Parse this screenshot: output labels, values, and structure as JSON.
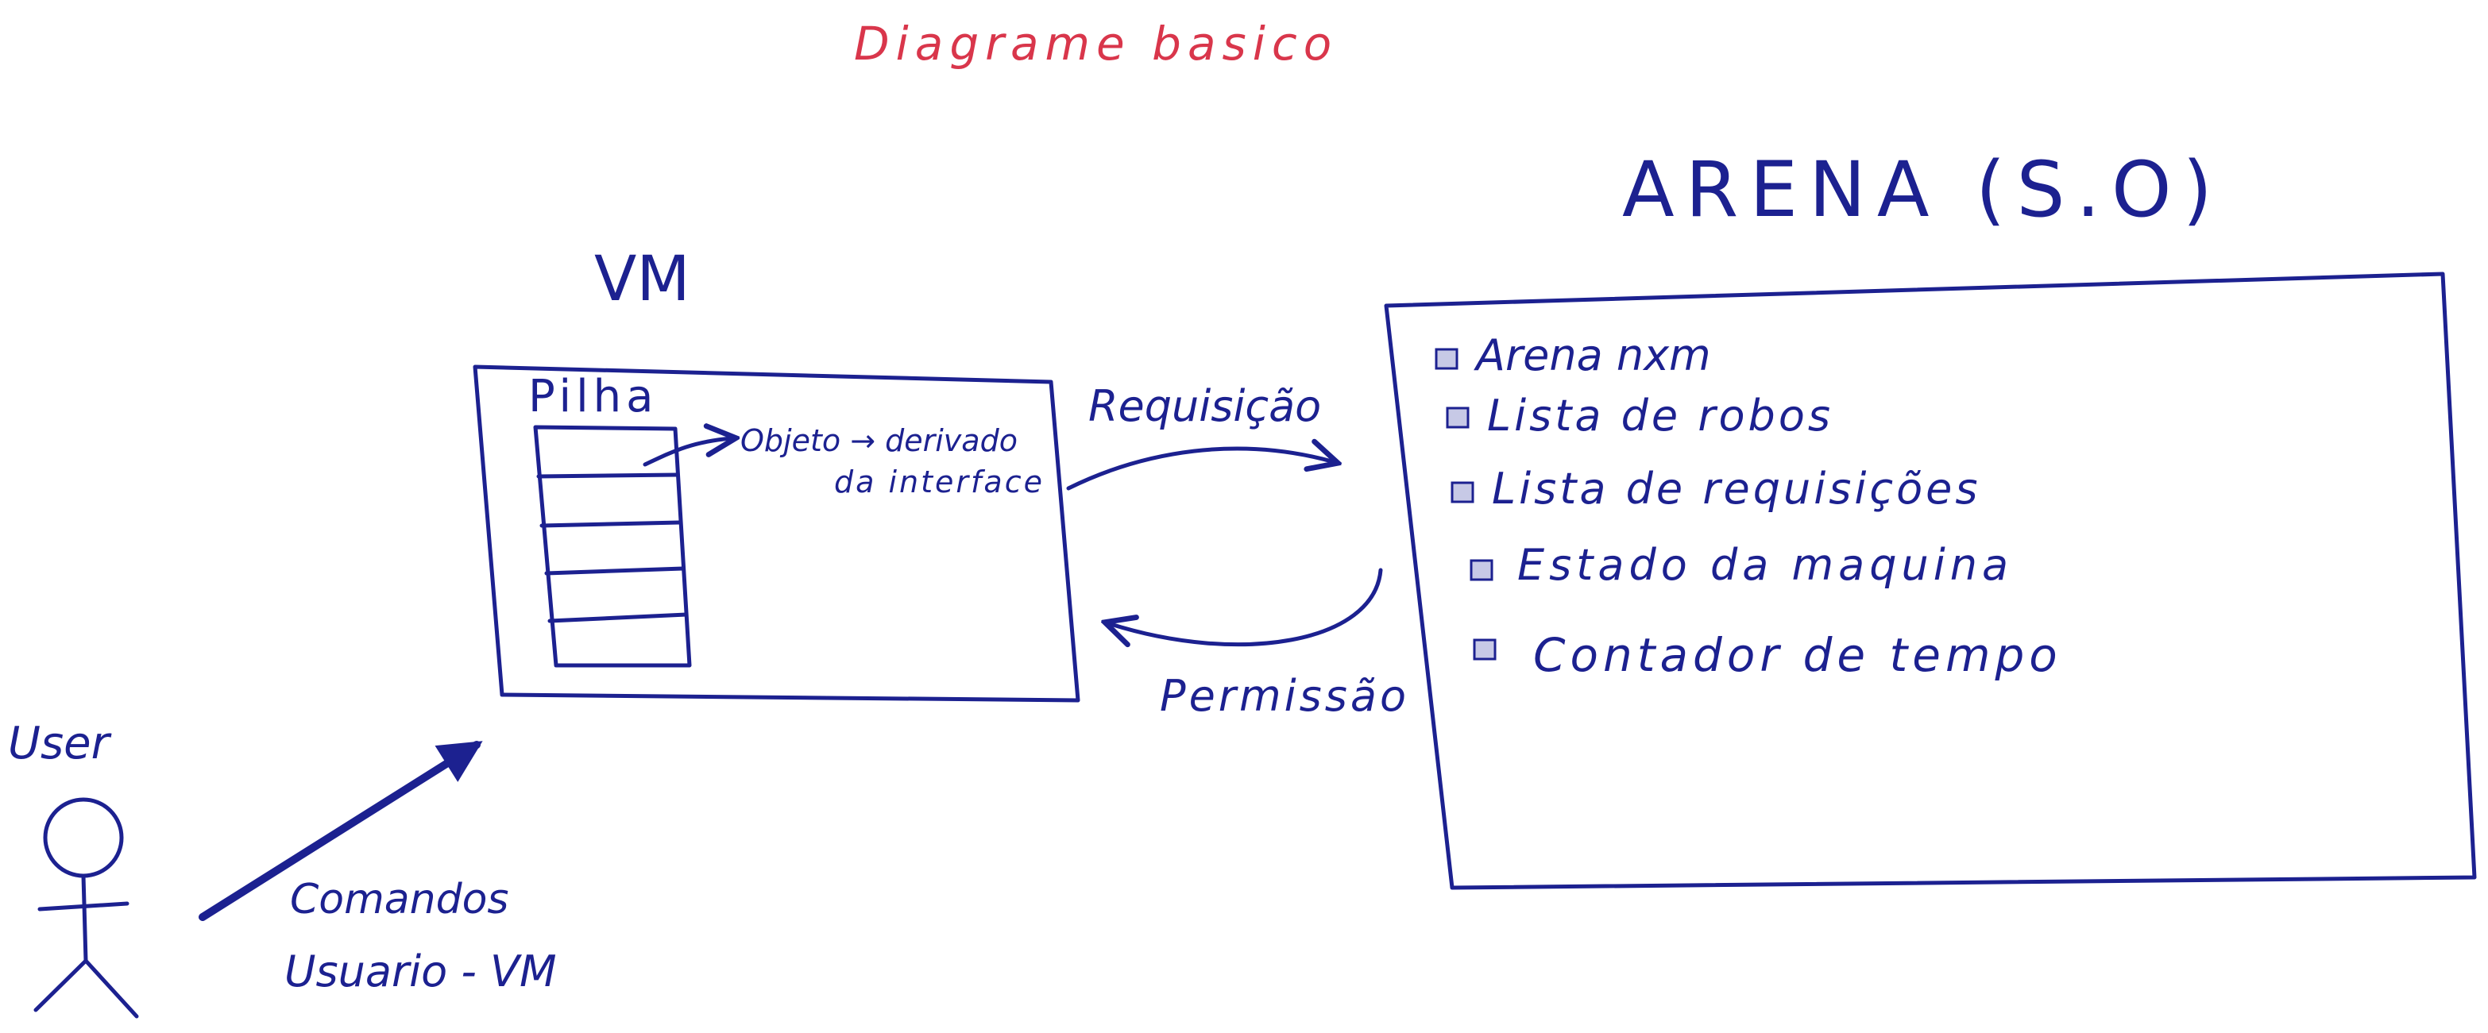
{
  "title": "Diagrame basico",
  "vm": {
    "heading": "VM",
    "stack_label": "Pilha",
    "object_line1": "Objeto → derivado",
    "object_line2": "da interface"
  },
  "arena": {
    "heading": "ARENA (S.O)",
    "items": [
      "Arena nxm",
      "Lista de robos",
      "Lista de requisições",
      "Estado da maquina",
      "Contador de tempo"
    ]
  },
  "arrows": {
    "request_label": "Requisição",
    "permission_label": "Permissão"
  },
  "user": {
    "label": "User",
    "commands_line1": "Comandos",
    "commands_line2": "Usuario - VM"
  },
  "colors": {
    "ink": "#1c2190",
    "title_ink": "#d9364b"
  }
}
